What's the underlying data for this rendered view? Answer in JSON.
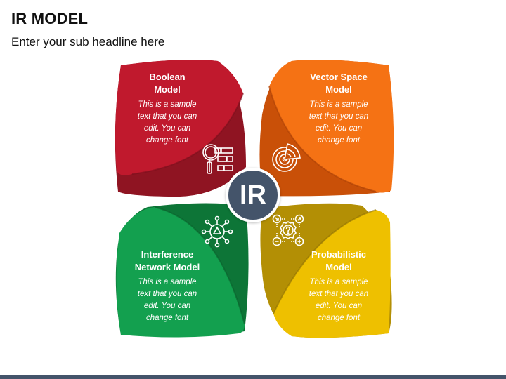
{
  "slide": {
    "title": "IR MODEL",
    "subtitle": "Enter your sub headline here",
    "center_label": "IR"
  },
  "colors": {
    "red": "#c0192d",
    "red_dark": "#8f1422",
    "orange": "#f57214",
    "orange_dark": "#c95008",
    "green": "#13a04f",
    "green_dark": "#0d7537",
    "yellow": "#eec000",
    "yellow_dark": "#b38f05",
    "center": "#44546a",
    "footer": "#44546a"
  },
  "petals": [
    {
      "id": "boolean",
      "title_line1": "Boolean",
      "title_line2": "Model",
      "body_lines": [
        "This is a sample",
        "text that you can",
        "edit. You can",
        "change font"
      ],
      "icon": "magnifier-checklist-icon"
    },
    {
      "id": "vector",
      "title_line1": "Vector Space",
      "title_line2": "Model",
      "body_lines": [
        "This is a sample",
        "text that you can",
        "edit. You can",
        "change font"
      ],
      "icon": "radar-icon"
    },
    {
      "id": "network",
      "title_line1": "Interference",
      "title_line2": "Network Model",
      "body_lines": [
        "This is a sample",
        "text that you can",
        "edit. You can",
        "change font"
      ],
      "icon": "network-hub-icon"
    },
    {
      "id": "probabilistic",
      "title_line1": "Probabilistic",
      "title_line2": "Model",
      "body_lines": [
        "This is a sample",
        "text that you can",
        "edit. You can",
        "change font"
      ],
      "icon": "question-gear-icon"
    }
  ]
}
